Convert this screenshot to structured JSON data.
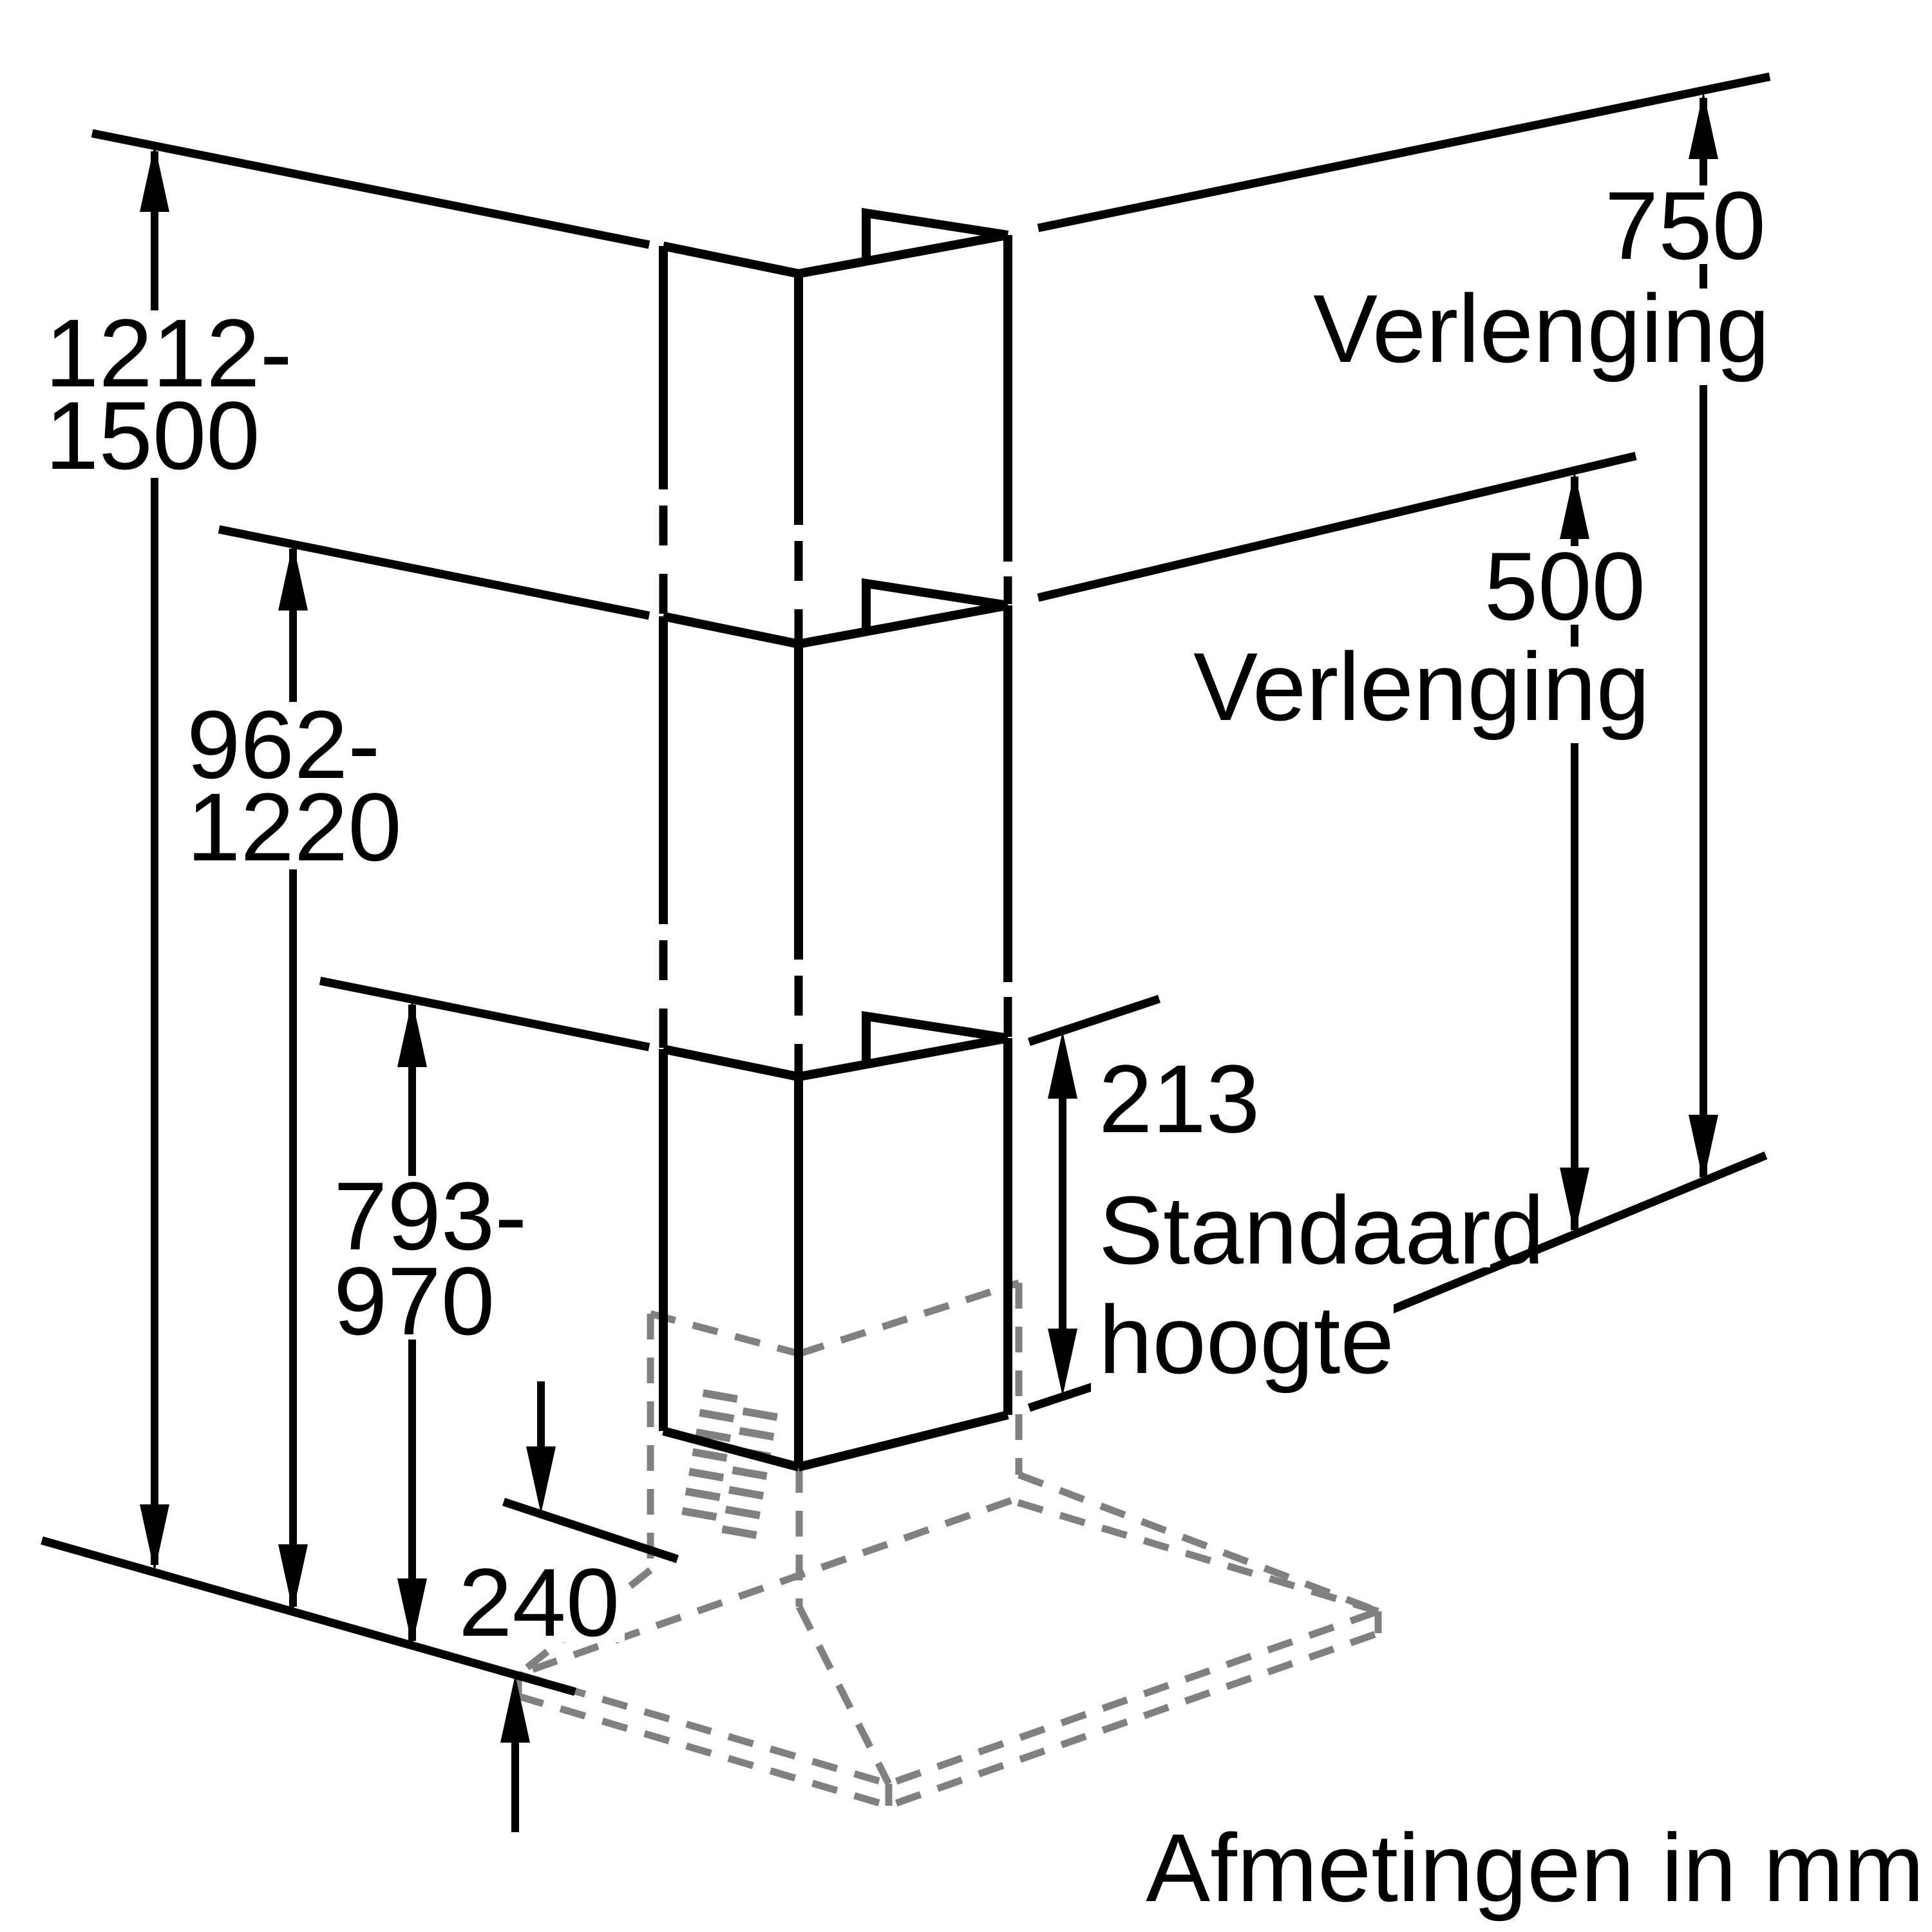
{
  "diagram": {
    "type": "technical-dimension-drawing",
    "subject": "wall-mounted cooker hood with telescopic chimney flue sections",
    "footer": "Afmetingen in mm",
    "colors": {
      "foreground": "#000000",
      "hidden_lines": "#808080",
      "background": "#ffffff"
    },
    "dimensions": {
      "overall_height_with_750_extension": {
        "value_line1": "1212-",
        "value_line2": "1500"
      },
      "overall_height_with_500_extension": {
        "value_line1": "962-",
        "value_line2": "1220"
      },
      "overall_height_standard": {
        "value_line1": "793-",
        "value_line2": "970"
      },
      "canopy_height": {
        "value": "240"
      },
      "extension_750": {
        "value": "750",
        "label": "Verlenging"
      },
      "extension_500": {
        "value": "500",
        "label": "Verlenging"
      },
      "standard_flue": {
        "value": "213",
        "label_line1": "Standaard",
        "label_line2": "hoogte"
      }
    }
  }
}
